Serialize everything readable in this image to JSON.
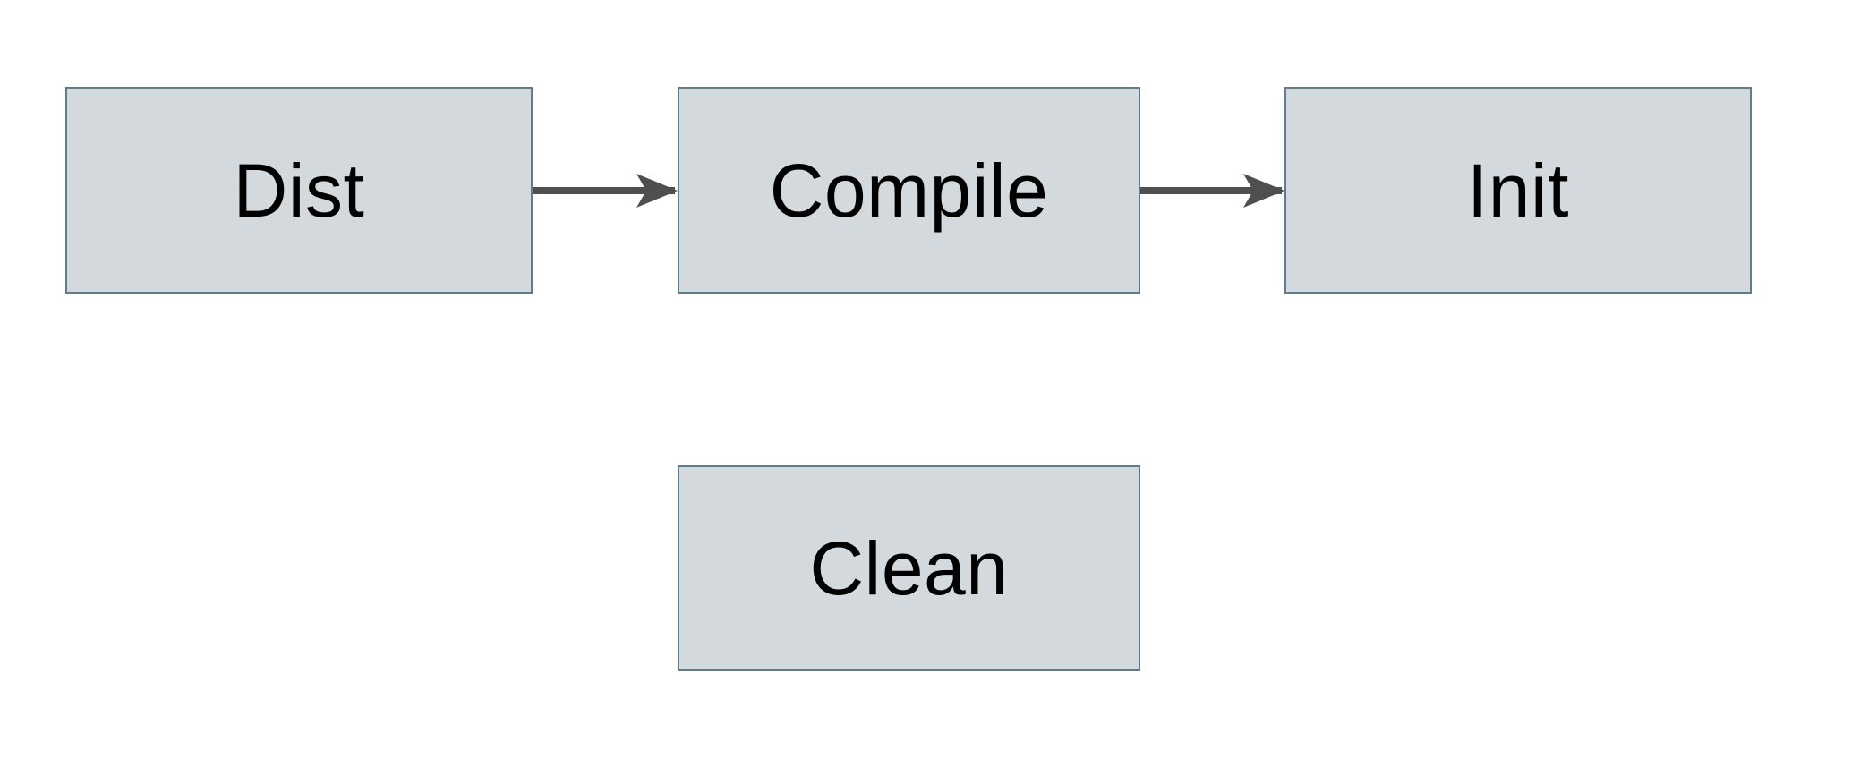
{
  "diagram": {
    "type": "flowchart",
    "nodes": [
      {
        "id": "dist",
        "label": "Dist"
      },
      {
        "id": "compile",
        "label": "Compile"
      },
      {
        "id": "init",
        "label": "Init"
      },
      {
        "id": "clean",
        "label": "Clean"
      }
    ],
    "edges": [
      {
        "from": "dist",
        "to": "compile",
        "style": "arrow-right"
      },
      {
        "from": "compile",
        "to": "init",
        "style": "arrow-right"
      }
    ],
    "colors": {
      "canvas_bg": "#ffffff",
      "node_fill": "#d3d9dc",
      "node_border": "#5e7c8b",
      "arrow": "#4f4f4f",
      "text": "#000000"
    }
  }
}
